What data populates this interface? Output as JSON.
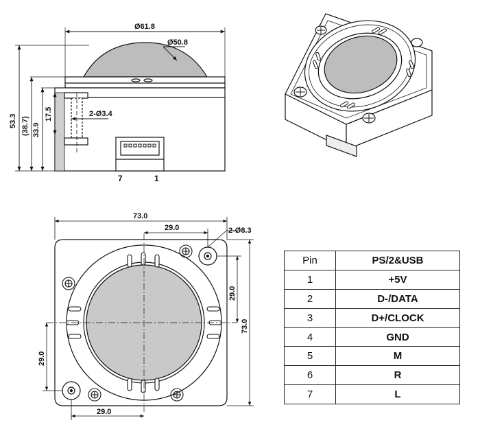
{
  "side_view": {
    "dim_top_width": "Ø61.8",
    "dim_ball": "Ø50.8",
    "dim_overall_height": "53.3",
    "dim_height_ref": "(38.7)",
    "dim_body_height": "33.9",
    "dim_hole_depth": "17.5",
    "dim_holes": "2-Ø3.4",
    "connector_pin_left": "7",
    "connector_pin_right": "1"
  },
  "top_view": {
    "dim_width": "73.0",
    "dim_top_offset": "29.0",
    "dim_mount_holes": "2-Ø8.3",
    "dim_right_offset": "29.0",
    "dim_height": "73.0",
    "dim_left_offset": "29.0",
    "dim_bottom_offset": "29.0"
  },
  "pin_table": {
    "header_pin": "Pin",
    "header_signal": "PS/2&USB",
    "rows": [
      {
        "pin": "1",
        "signal": "+5V"
      },
      {
        "pin": "2",
        "signal": "D-/DATA"
      },
      {
        "pin": "3",
        "signal": "D+/CLOCK"
      },
      {
        "pin": "4",
        "signal": "GND"
      },
      {
        "pin": "5",
        "signal": "M"
      },
      {
        "pin": "6",
        "signal": "R"
      },
      {
        "pin": "7",
        "signal": "L"
      }
    ]
  }
}
